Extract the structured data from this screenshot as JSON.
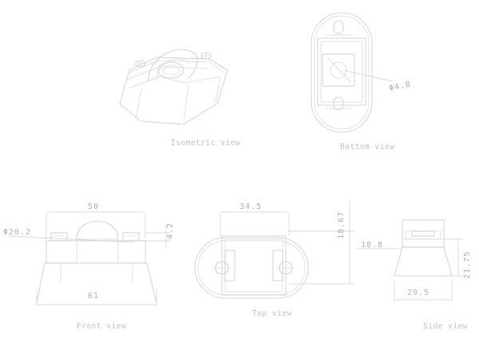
{
  "captions": {
    "isometric": "Isometric view",
    "bottom": "Bottom view",
    "front": "Front view",
    "top": "Top view",
    "side": "Side view"
  },
  "dimensions": {
    "front_width_top": "50",
    "front_width_base": "61",
    "front_diameter": "Φ20.2",
    "front_height": "4.2",
    "top_width": "34.5",
    "top_height": "18.67",
    "side_left": "18.8",
    "side_height": "21.75",
    "side_base": "29.5",
    "bottom_hole": "Φ4.8"
  },
  "colors": {
    "line": "#c8c8c8",
    "text": "#b0b0b0",
    "background": "#ffffff"
  }
}
